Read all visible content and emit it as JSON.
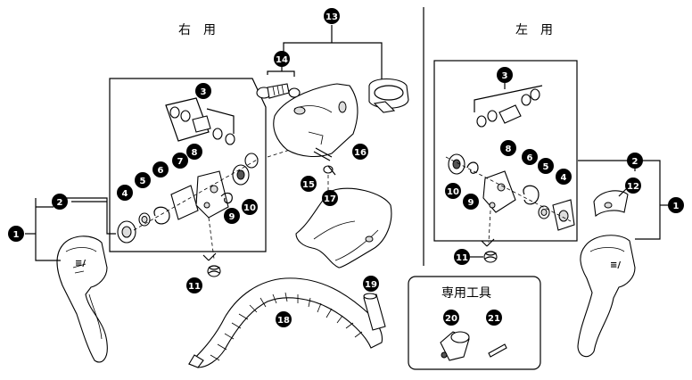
{
  "headings": {
    "right_use": "右　用",
    "left_use": "左　用",
    "special_tools": "専用工具"
  },
  "callouts": {
    "n1": "1",
    "n2": "2",
    "n3": "3",
    "n4": "4",
    "n5": "5",
    "n6": "6",
    "n7": "7",
    "n8": "8",
    "n9": "9",
    "n10": "10",
    "n11": "11",
    "n12": "12",
    "n13": "13",
    "n14": "14",
    "n15": "15",
    "n16": "16",
    "n17": "17",
    "n18": "18",
    "n19": "19",
    "n20": "20",
    "n21": "21"
  }
}
